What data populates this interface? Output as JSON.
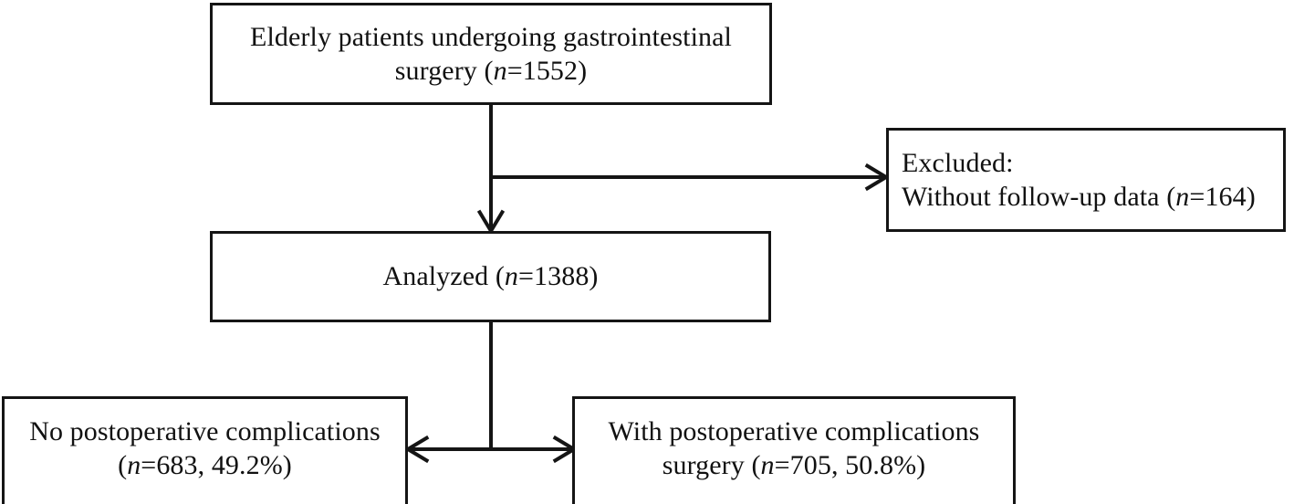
{
  "diagram": {
    "type": "study-flow-chart",
    "title": "Patient enrollment and analysis flow",
    "line_color": "#151515",
    "background_color": "#ffffff",
    "nodes": {
      "enrolled": {
        "id": "enrolled",
        "text": "Elderly patients undergoing gastrointestinal\nsurgery (n=1552)",
        "line1": "Elderly patients undergoing gastrointestinal",
        "line2_prefix": "surgery (",
        "line2_italic": "n",
        "line2_suffix": "=1552)",
        "count": 1552,
        "align": "center"
      },
      "excluded": {
        "id": "excluded",
        "text": "Excluded:\nWithout follow-up data (n=164)",
        "line1": "Excluded:",
        "line2_prefix": "Without follow-up data (",
        "line2_italic": "n",
        "line2_suffix": "=164)",
        "count": 164,
        "align": "left"
      },
      "analyzed": {
        "id": "analyzed",
        "text": "Analyzed (n=1388)",
        "line1_prefix": "Analyzed (",
        "line1_italic": "n",
        "line1_suffix": "=1388)",
        "count": 1388,
        "align": "center"
      },
      "no_complications": {
        "id": "no-complications",
        "text": "No postoperative complications\n(n=683, 49.2%)",
        "line1": "No postoperative complications",
        "line2_prefix": "(",
        "line2_italic": "n",
        "line2_suffix": "=683, 49.2%)",
        "count": 683,
        "percent": "49.2%",
        "align": "center"
      },
      "with_complications": {
        "id": "with-complications",
        "text": "With postoperative complications\nsurgery (n=705, 50.8%)",
        "line1": "With postoperative complications",
        "line2_prefix": "surgery (",
        "line2_italic": "n",
        "line2_suffix": "=705, 50.8%)",
        "count": 705,
        "percent": "50.8%",
        "align": "center"
      }
    },
    "edges": [
      {
        "from": "enrolled",
        "to": "analyzed",
        "arrow": "down"
      },
      {
        "from": "enrolled",
        "to": "excluded",
        "arrow": "right"
      },
      {
        "from": "analyzed",
        "to": "no_complications",
        "arrow": "left"
      },
      {
        "from": "analyzed",
        "to": "with_complications",
        "arrow": "right"
      }
    ]
  }
}
